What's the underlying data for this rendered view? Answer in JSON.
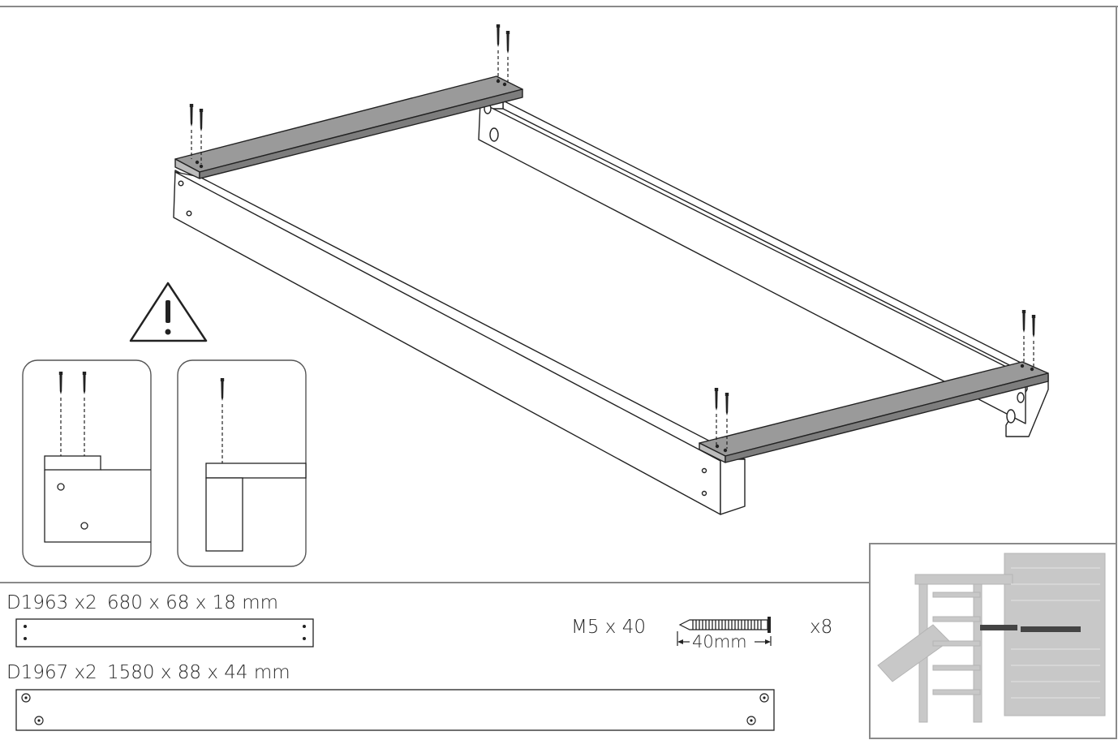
{
  "parts": [
    {
      "code": "D1963 x2",
      "dims": "680 x 68 x 18 mm"
    },
    {
      "code": "D1967 x2",
      "dims": "1580 x 88 x 44 mm"
    }
  ],
  "hardware": {
    "screw_label": "M5 x 40",
    "screw_length_label": "40mm",
    "quantity": "x8"
  },
  "icons": {
    "warning": "warning-triangle-icon",
    "screw": "screw-icon"
  },
  "colors": {
    "line": "#222222",
    "board_fill": "#9a9a9a",
    "frame_fill": "#ffffff",
    "panel_border": "#8a8a8a",
    "preview_gray": "#c8c8c8",
    "preview_highlight": "#444444"
  }
}
